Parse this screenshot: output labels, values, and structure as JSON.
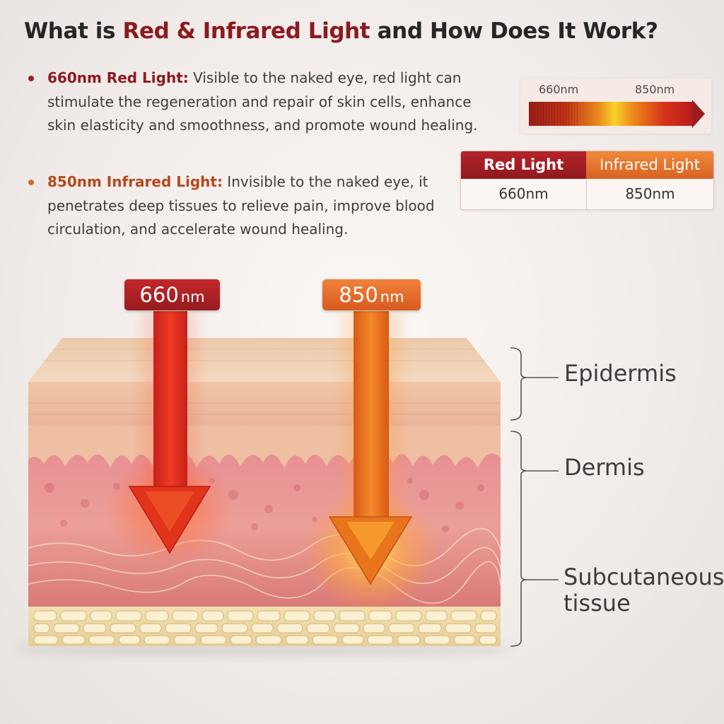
{
  "title": {
    "prefix": "What is ",
    "accent": "Red & Infrared Light",
    "suffix": " and How Does It Work?"
  },
  "bullets": [
    {
      "heading": "660nm Red Light:",
      "body": " Visible to the naked eye, red light can stimulate the regeneration and repair of skin cells, enhance skin elasticity and smoothness, and promote wound healing.",
      "color": "#8c1a1f"
    },
    {
      "heading": "850nm Infrared Light:",
      "body": " Invisible to the naked eye, it penetrates deep tissues to relieve pain, improve blood circulation, and accelerate wound healing.",
      "color": "#b5481c"
    }
  ],
  "spectrum": {
    "label_left": "660nm",
    "label_right": "850nm"
  },
  "comparison_table": {
    "headers": [
      "Red Light",
      "Infrared Light"
    ],
    "values": [
      "660nm",
      "850nm"
    ],
    "colors": [
      "#9d1e22",
      "#e0722e"
    ]
  },
  "badges": {
    "red": {
      "value": "660",
      "unit": "nm",
      "color": "#b02226"
    },
    "infrared": {
      "value": "850",
      "unit": "nm",
      "color": "#e26c2a"
    }
  },
  "layers": {
    "epidermis": "Epidermis",
    "dermis": "Dermis",
    "subcutaneous_line1": "Subcutaneous",
    "subcutaneous_line2": "tissue"
  }
}
